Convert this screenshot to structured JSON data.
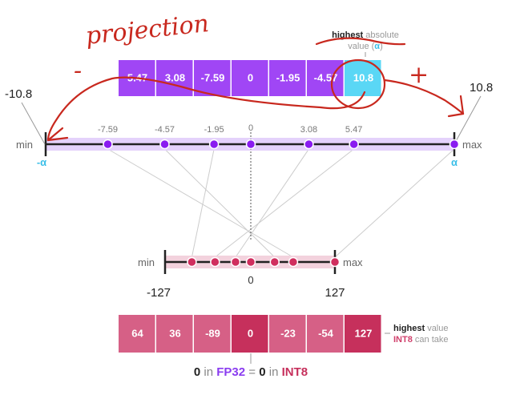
{
  "annotation": {
    "handwritten_title": "projection",
    "minus_sign": "-",
    "plus_sign": "+"
  },
  "fp32": {
    "values": [
      "5.47",
      "3.08",
      "-7.59",
      "0",
      "-1.95",
      "-4.57",
      "10.8"
    ],
    "highlight_index": 6,
    "color": "#a046f5",
    "highlight_color": "#5ad7f5",
    "caption_bold": "highest",
    "caption_rest": "absolute",
    "caption_line2": "value (",
    "alpha": "α",
    "caption_close": ")",
    "axis_min_value": "-10.8",
    "axis_max_value": "10.8",
    "axis_points": [
      -7.59,
      -4.57,
      -1.95,
      0,
      3.08,
      5.47,
      10.8
    ],
    "axis_tick_labels": [
      "-7.59",
      "-4.57",
      "-1.95",
      "0",
      "3.08",
      "5.47"
    ],
    "min_label": "min",
    "max_label": "max",
    "neg_alpha": "-α",
    "pos_alpha": "α"
  },
  "int8": {
    "values": [
      "64",
      "36",
      "-89",
      "0",
      "-23",
      "-54",
      "127"
    ],
    "dark_indices": [
      3,
      6
    ],
    "color": "#d66086",
    "dark_color": "#c6305c",
    "axis_points": [
      64,
      36,
      -89,
      0,
      -23,
      -54,
      127
    ],
    "min_label": "min",
    "max_label": "max",
    "zero_label": "0",
    "min_value": "-127",
    "max_value": "127",
    "caption_bold": "highest",
    "caption_rest": "value",
    "caption_line2_accent": "INT8",
    "caption_line2_rest": "can take"
  },
  "footer": {
    "zero1": "0",
    "in1": " in ",
    "fp32": "FP32",
    "eq": " = ",
    "zero2": "0",
    "in2": " in ",
    "int8": "INT8"
  }
}
